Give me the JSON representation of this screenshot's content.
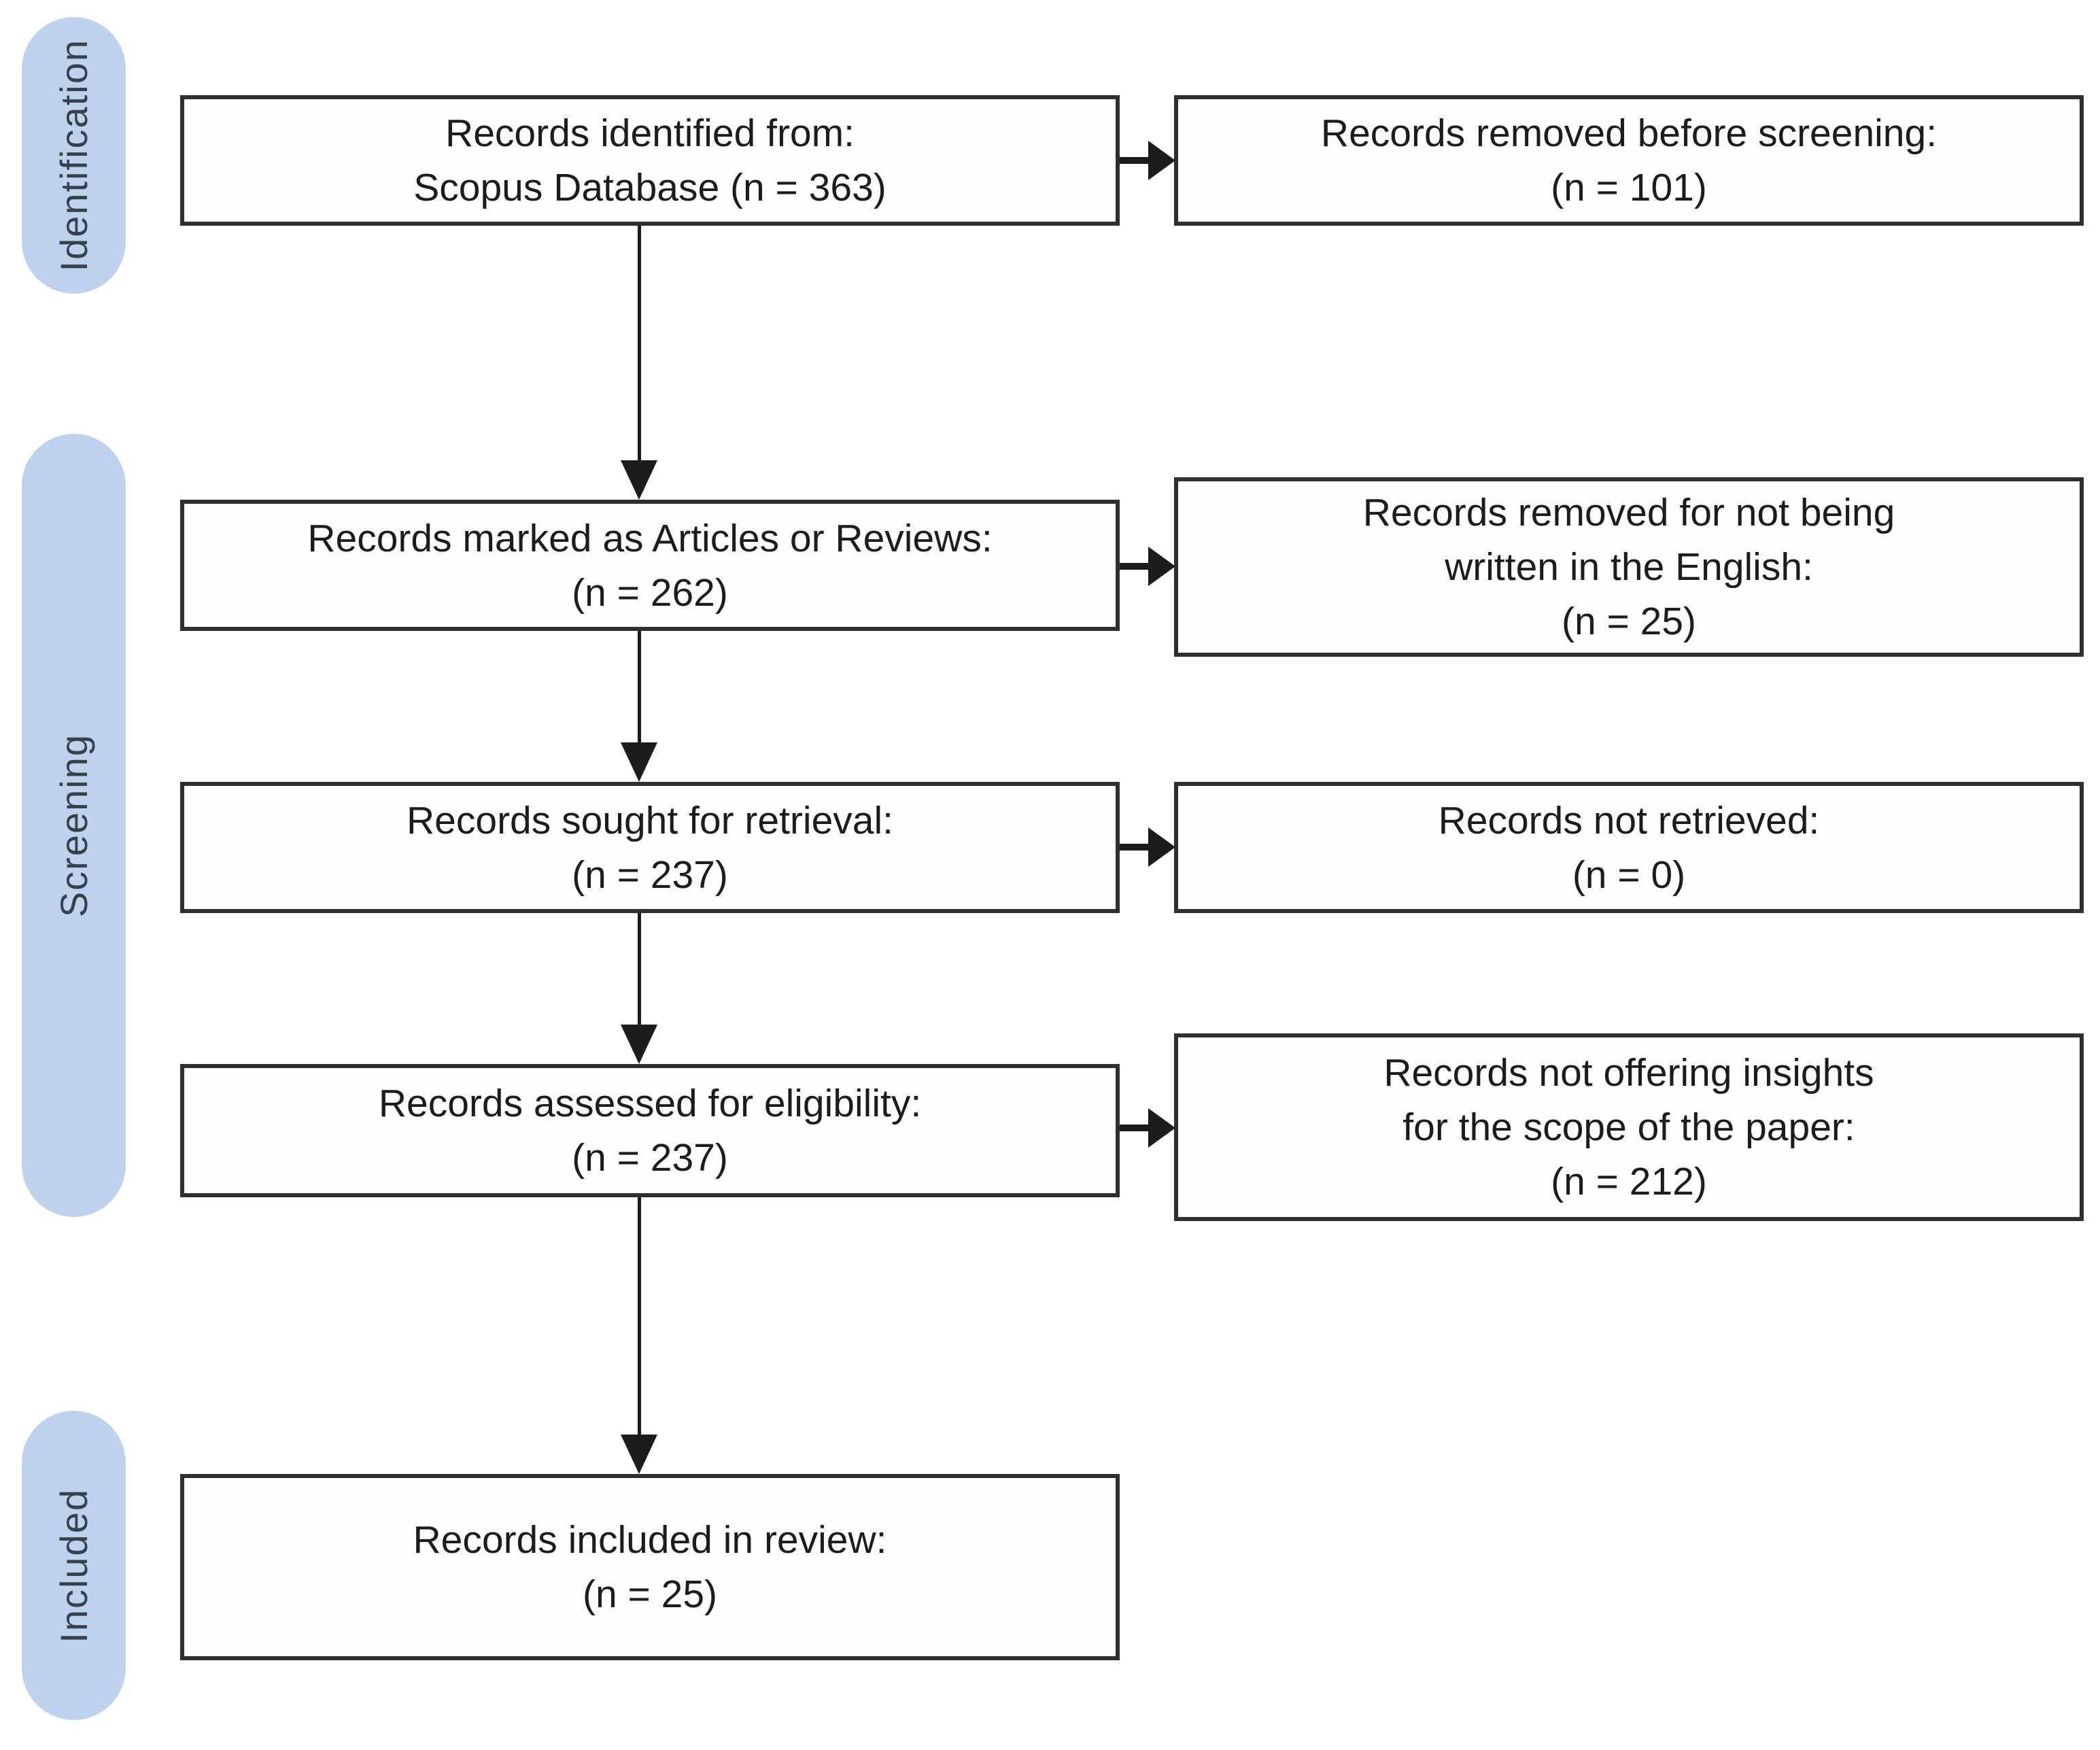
{
  "diagram": {
    "type": "prisma-flow",
    "colors": {
      "pill_fill": "#bed2ee",
      "pill_text": "#38404c",
      "box_border": "#2f2f2f",
      "box_fill": "#fefefe",
      "text": "#1c1c1c",
      "arrow": "#1c1c1c",
      "background": "#ffffff"
    },
    "stages": [
      {
        "label": "Identification"
      },
      {
        "label": "Screening"
      },
      {
        "label": "Included"
      }
    ],
    "main_boxes": [
      {
        "lines": [
          "Records identified from:",
          "Scopus Database (n = 363)"
        ],
        "n": 363
      },
      {
        "lines": [
          "Records marked as Articles or Reviews:",
          "(n = 262)"
        ],
        "n": 262
      },
      {
        "lines": [
          "Records sought for retrieval:",
          "(n = 237)"
        ],
        "n": 237
      },
      {
        "lines": [
          "Records assessed for eligibility:",
          "(n = 237)"
        ],
        "n": 237
      },
      {
        "lines": [
          "Records included in review:",
          "(n = 25)"
        ],
        "n": 25
      }
    ],
    "side_boxes": [
      {
        "lines": [
          "Records removed before screening:",
          "(n = 101)"
        ],
        "n": 101
      },
      {
        "lines": [
          "Records removed for not being",
          "written in the English:",
          "(n = 25)"
        ],
        "n": 25
      },
      {
        "lines": [
          "Records not retrieved:",
          "(n = 0)"
        ],
        "n": 0
      },
      {
        "lines": [
          "Records not offering insights",
          "for the scope of the paper:",
          "(n = 212)"
        ],
        "n": 212
      }
    ]
  }
}
